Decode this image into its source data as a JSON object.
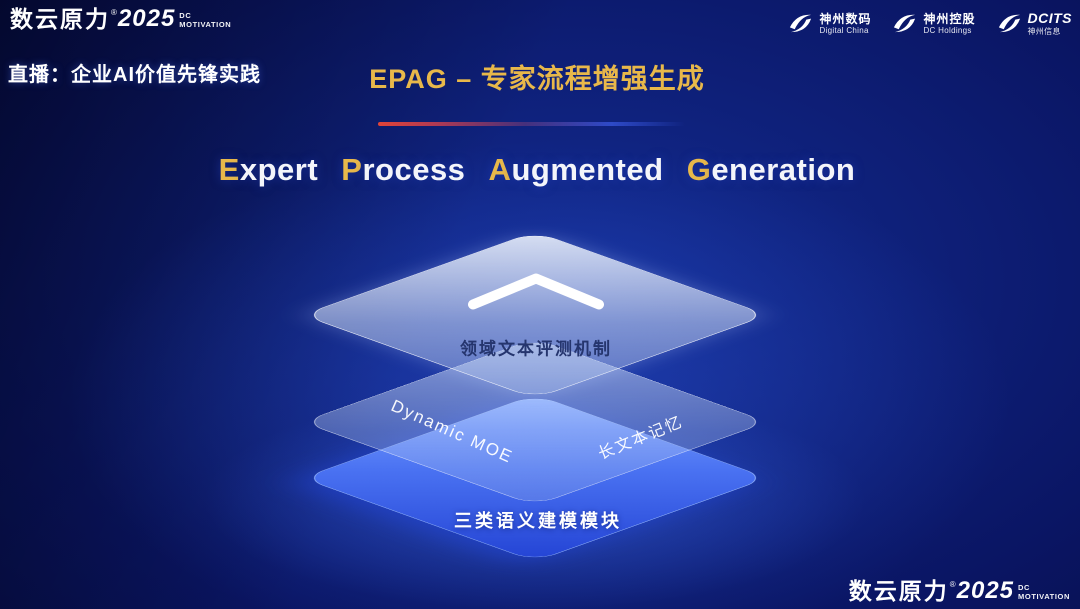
{
  "brand": {
    "logo_text": "数云原力",
    "logo_reg": "®",
    "logo_year": "2025",
    "logo_sub1": "DC",
    "logo_sub2": "MOTIVATION"
  },
  "header": {
    "live_label": "直播：企业AI价值先锋实践",
    "title": "EPAG – 专家流程增强生成"
  },
  "partners": [
    {
      "name": "神州数码",
      "sub": "Digital China"
    },
    {
      "name": "神州控股",
      "sub": "DC Holdings"
    },
    {
      "name": "DCITS",
      "sub": "神州信息"
    }
  ],
  "heading": {
    "words": [
      {
        "initial": "E",
        "rest": "xpert"
      },
      {
        "initial": "P",
        "rest": "rocess"
      },
      {
        "initial": "A",
        "rest": "ugmented"
      },
      {
        "initial": "G",
        "rest": "eneration"
      }
    ]
  },
  "diagram": {
    "top_layer": {
      "label": "领域文本评测机制"
    },
    "middle_layer": {
      "label_left": "Dynamic MOE",
      "label_right": "长文本记忆"
    },
    "bottom_layer": {
      "label": "三类语义建模模块"
    }
  },
  "colors": {
    "gold": "#E8B84A",
    "layer_blue": "#3D63EE",
    "divider_red": "#E04438",
    "divider_blue": "#2E4AC8",
    "background_dark": "#02061C"
  }
}
